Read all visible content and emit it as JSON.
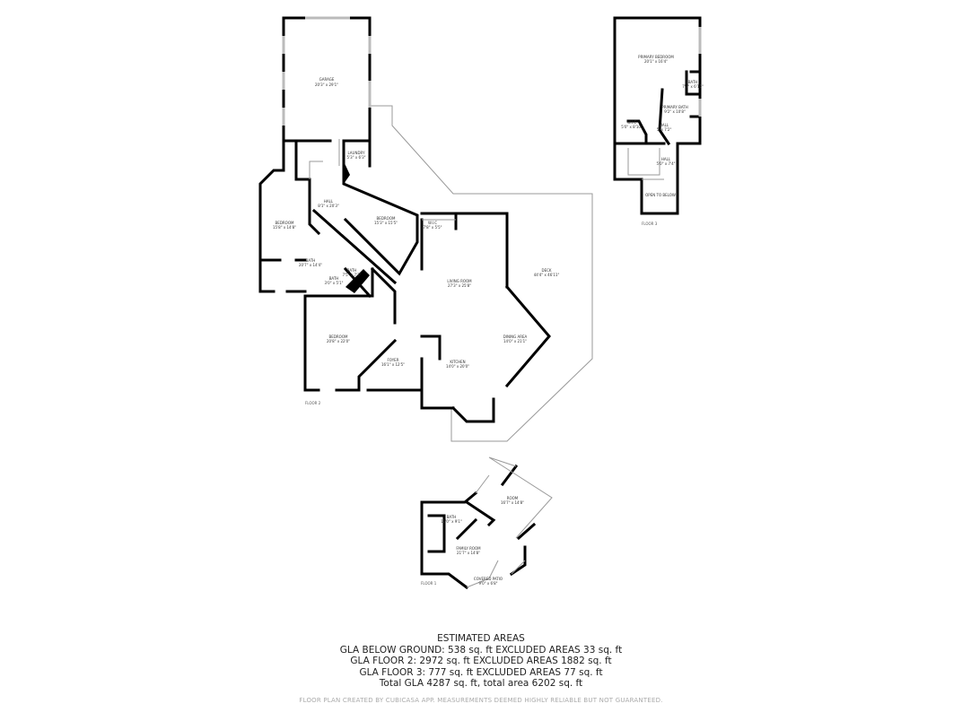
{
  "floors": [
    {
      "label": "FLOOR 2",
      "rooms": [
        {
          "name": "GARAGE",
          "dim": "20'3\" x 29'1\""
        },
        {
          "name": "LAUNDRY",
          "dim": "5'3\" x 6'3\""
        },
        {
          "name": "HALL",
          "dim": "8'1\" x 20'3\""
        },
        {
          "name": "BEDROOM",
          "dim": "15'8\" x 14'8\""
        },
        {
          "name": "BEDROOM",
          "dim": "15'3\" x 15'5\""
        },
        {
          "name": "W.I.C",
          "dim": "7'8\" x 5'5\""
        },
        {
          "name": "BATH",
          "dim": "20'7\" x 14'4\""
        },
        {
          "name": "BATH",
          "dim": "7'5\" x 7'3\""
        },
        {
          "name": "BATH",
          "dim": "3'0\" x 5'1\""
        },
        {
          "name": "LIVING ROOM",
          "dim": "27'3\" x 25'8\""
        },
        {
          "name": "DECK",
          "dim": "44'4\" x 46'11\""
        },
        {
          "name": "BEDROOM",
          "dim": "20'8\" x 22'0\""
        },
        {
          "name": "FOYER",
          "dim": "16'1\" x 12'5\""
        },
        {
          "name": "DINING AREA",
          "dim": "14'0\" x 21'1\""
        },
        {
          "name": "KITCHEN",
          "dim": "14'0\" x 20'0\""
        }
      ]
    },
    {
      "label": "FLOOR 3",
      "rooms": [
        {
          "name": "PRIMARY BEDROOM",
          "dim": "20'1\" x 16'4\""
        },
        {
          "name": "BATH",
          "dim": "7'3\" x 6'10\""
        },
        {
          "name": "PRIMARY BATH",
          "dim": "9'2\" x 10'8\""
        },
        {
          "name": "W.I.C",
          "dim": "5'0\" x 8'10\""
        },
        {
          "name": "HALL",
          "dim": "5' x 7'2\""
        },
        {
          "name": "HALL",
          "dim": "5'0\" x 7'4\""
        },
        {
          "name": "OPEN TO BELOW",
          "dim": ""
        }
      ]
    },
    {
      "label": "FLOOR 1",
      "rooms": [
        {
          "name": "ROOM",
          "dim": "16'7\" x 14'8\""
        },
        {
          "name": "BATH",
          "dim": "12'0\" x 9'1\""
        },
        {
          "name": "FAMILY ROOM",
          "dim": "21'7\" x 14'8\""
        },
        {
          "name": "COVERED PATIO",
          "dim": "9'0\" x 6'8\""
        }
      ]
    }
  ],
  "areas": {
    "title": "ESTIMATED AREAS",
    "lines": [
      "GLA BELOW GROUND: 538 sq. ft EXCLUDED AREAS 33 sq. ft",
      "GLA FLOOR 2: 2972 sq. ft EXCLUDED AREAS 1882 sq. ft",
      "GLA FLOOR 3: 777 sq. ft EXCLUDED AREAS 77 sq. ft",
      "Total GLA 4287 sq. ft, total area 6202 sq. ft"
    ]
  },
  "footer": "FLOOR PLAN CREATED BY CUBICASA APP. MEASUREMENTS DEEMED HIGHLY RELIABLE BUT NOT GUARANTEED."
}
